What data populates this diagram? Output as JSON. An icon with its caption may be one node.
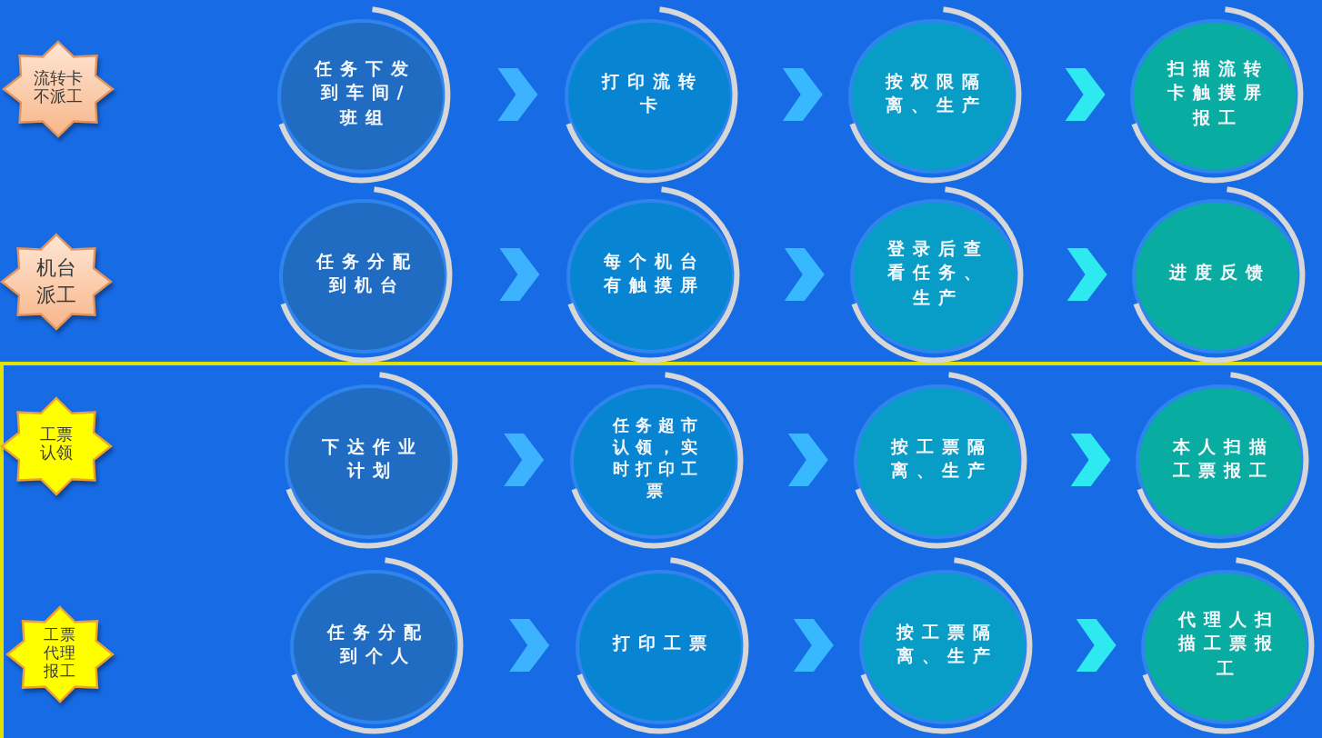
{
  "diagram": {
    "nodes": [
      {
        "text": [
          "流转卡不派工"
        ]
      },
      {
        "text": [
          "任务下发到车间/班组"
        ]
      },
      {
        "text": [
          "打印流转卡"
        ]
      },
      {
        "text": [
          "按权限隔离、生产"
        ]
      },
      {
        "text": [
          "扫描流转卡触摸屏报工"
        ]
      },
      {
        "text": [
          "机台派工"
        ]
      },
      {
        "text": [
          "任务分配到机台"
        ]
      },
      {
        "text": [
          "每个机台有触摸屏"
        ]
      },
      {
        "text": [
          "登录后查看任务、生产"
        ]
      },
      {
        "text": [
          "进度反馈"
        ]
      },
      {
        "text": [
          "工票认领"
        ]
      },
      {
        "text": [
          "下达作业计划"
        ]
      },
      {
        "text": [
          "任务超市认领，实时打印工票"
        ]
      },
      {
        "text": [
          "按工票隔离、生产"
        ]
      },
      {
        "text": [
          "本人扫描工票报工"
        ]
      },
      {
        "text": [
          "工票代理报工"
        ]
      },
      {
        "text": [
          "任务分配到个人"
        ]
      },
      {
        "text": [
          "打印工票"
        ]
      },
      {
        "text": [
          "按工票隔离、生产"
        ]
      },
      {
        "text": [
          "代理人扫描工票报工"
        ]
      }
    ],
    "edges": [
      {
        "from": 1,
        "to": 2,
        "arrow": "to"
      },
      {
        "from": 2,
        "to": 3,
        "arrow": "to"
      },
      {
        "from": 3,
        "to": 4,
        "arrow": "to"
      },
      {
        "from": 6,
        "to": 7,
        "arrow": "to"
      },
      {
        "from": 7,
        "to": 8,
        "arrow": "to"
      },
      {
        "from": 8,
        "to": 9,
        "arrow": "to"
      },
      {
        "from": 11,
        "to": 12,
        "arrow": "to"
      },
      {
        "from": 12,
        "to": 13,
        "arrow": "to"
      },
      {
        "from": 13,
        "to": 14,
        "arrow": "to"
      },
      {
        "from": 16,
        "to": 17,
        "arrow": "to"
      },
      {
        "from": 17,
        "to": 18,
        "arrow": "to"
      },
      {
        "from": 18,
        "to": 19,
        "arrow": "to"
      }
    ]
  }
}
